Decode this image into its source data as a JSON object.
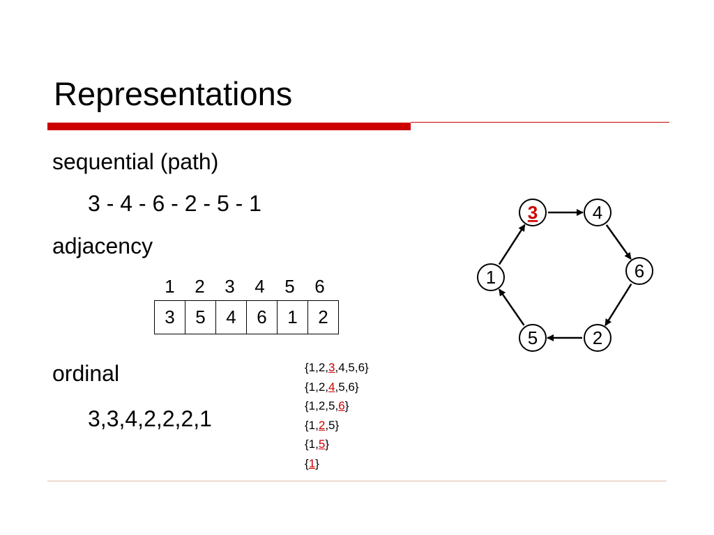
{
  "slide": {
    "title": "Representations",
    "accent_color": "#cc0000",
    "rule_color": "#e0b7a6"
  },
  "sequential": {
    "heading": "sequential (path)",
    "path": "3 - 4 - 6 - 2 - 5 - 1"
  },
  "adjacency": {
    "heading": "adjacency",
    "indices": [
      "1",
      "2",
      "3",
      "4",
      "5",
      "6"
    ],
    "values": [
      "3",
      "5",
      "4",
      "6",
      "1",
      "2"
    ]
  },
  "ordinal": {
    "heading": "ordinal",
    "sequence": "3,3,4,2,2,2,1",
    "sets": [
      {
        "pre": "{1,2,",
        "hl": "3",
        "post": ",4,5,6}"
      },
      {
        "pre": "{1,2,",
        "hl": "4",
        "post": ",5,6}"
      },
      {
        "pre": "{1,2,5,",
        "hl": "6",
        "post": "}"
      },
      {
        "pre": "{1,",
        "hl": "2",
        "post": ",5}"
      },
      {
        "pre": "{1,",
        "hl": "5",
        "post": "}"
      },
      {
        "pre": "{",
        "hl": "1",
        "post": "}"
      }
    ]
  },
  "graph": {
    "nodes": [
      {
        "label": "3",
        "highlight": true
      },
      {
        "label": "4",
        "highlight": false
      },
      {
        "label": "6",
        "highlight": false
      },
      {
        "label": "2",
        "highlight": false
      },
      {
        "label": "5",
        "highlight": false
      },
      {
        "label": "1",
        "highlight": false
      }
    ],
    "edges": [
      [
        "3",
        "4"
      ],
      [
        "4",
        "6"
      ],
      [
        "6",
        "2"
      ],
      [
        "2",
        "5"
      ],
      [
        "5",
        "1"
      ],
      [
        "1",
        "3"
      ]
    ]
  }
}
